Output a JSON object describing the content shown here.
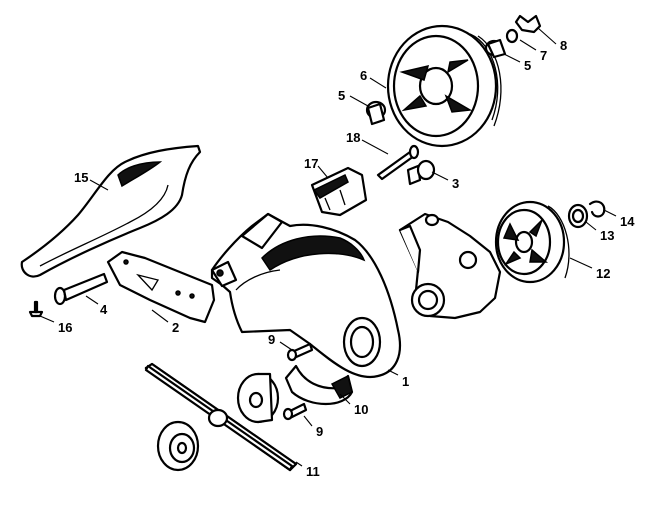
{
  "callouts": [
    {
      "id": "c1",
      "number": "1"
    },
    {
      "id": "c2",
      "number": "2"
    },
    {
      "id": "c3",
      "number": "3"
    },
    {
      "id": "c4",
      "number": "4"
    },
    {
      "id": "c5a",
      "number": "5"
    },
    {
      "id": "c5b",
      "number": "5"
    },
    {
      "id": "c6",
      "number": "6"
    },
    {
      "id": "c7",
      "number": "7"
    },
    {
      "id": "c8",
      "number": "8"
    },
    {
      "id": "c9a",
      "number": "9"
    },
    {
      "id": "c9b",
      "number": "9"
    },
    {
      "id": "c10",
      "number": "10"
    },
    {
      "id": "c11",
      "number": "11"
    },
    {
      "id": "c12",
      "number": "12"
    },
    {
      "id": "c13",
      "number": "13"
    },
    {
      "id": "c14",
      "number": "14"
    },
    {
      "id": "c15",
      "number": "15"
    },
    {
      "id": "c16",
      "number": "16"
    },
    {
      "id": "c17",
      "number": "17"
    },
    {
      "id": "c18",
      "number": "18"
    }
  ]
}
